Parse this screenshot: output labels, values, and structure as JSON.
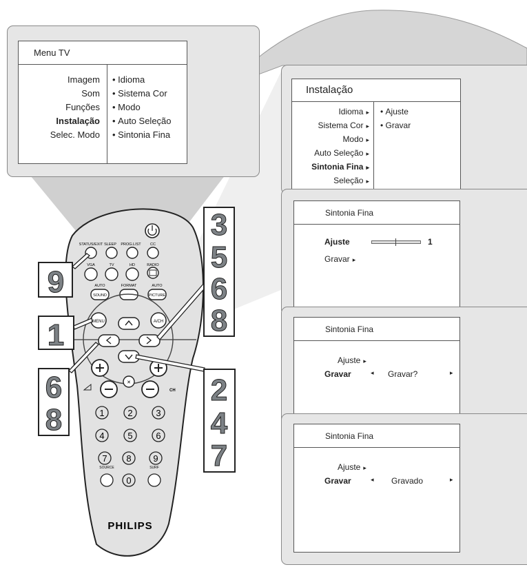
{
  "menu_tv": {
    "title": "Menu TV",
    "left_items": [
      "Imagem",
      "Som",
      "Funções",
      "Instalação",
      "Selec. Modo"
    ],
    "selected_index": 3,
    "right_items": [
      "Idioma",
      "Sistema Cor",
      "Modo",
      "Auto Seleção",
      "Sintonia Fina"
    ]
  },
  "instalacao": {
    "title": "Instalação",
    "left_items": [
      "Idioma",
      "Sistema Cor",
      "Modo",
      "Auto Seleção",
      "Sintonia Fina",
      "Seleção"
    ],
    "selected_index": 4,
    "right_items": [
      "Ajuste",
      "Gravar"
    ]
  },
  "sintonia1": {
    "title": "Sintonia Fina",
    "ajuste": "Ajuste",
    "gravar": "Gravar",
    "value": "1"
  },
  "sintonia2": {
    "title": "Sintonia Fina",
    "ajuste": "Ajuste",
    "gravar": "Gravar",
    "status": "Gravar?"
  },
  "sintonia3": {
    "title": "Sintonia Fina",
    "ajuste": "Ajuste",
    "gravar": "Gravar",
    "status": "Gravado"
  },
  "remote": {
    "brand": "PHILIPS",
    "top_labels": [
      "STATUS/EXIT",
      "SLEEP",
      "PROG.LIST",
      "CC"
    ],
    "mid_labels": [
      "VGA",
      "TV",
      "HD",
      "RADIO"
    ],
    "row3_labels": [
      "AUTO",
      "FORMAT",
      "AUTO"
    ],
    "row3_buttons": [
      "SOUND",
      "PICTURE"
    ],
    "menu_label": "MENU",
    "ach_label": "A/CH",
    "ch_label": "CH",
    "digits": [
      "1",
      "2",
      "3",
      "4",
      "5",
      "6",
      "7",
      "8",
      "9",
      "0"
    ],
    "source_label": "SOURCE",
    "surf_label": "SURF"
  },
  "steps": {
    "left_9": "9",
    "left_1": "1",
    "left_68": [
      "6",
      "8"
    ],
    "right_3568": [
      "3",
      "5",
      "6",
      "8"
    ],
    "right_247": [
      "2",
      "4",
      "7"
    ]
  },
  "colors": {
    "panel": "#e6e6e6",
    "callout": "#c8c8c8",
    "step_number": "#7d8286",
    "remote": "#e2e2e2"
  }
}
